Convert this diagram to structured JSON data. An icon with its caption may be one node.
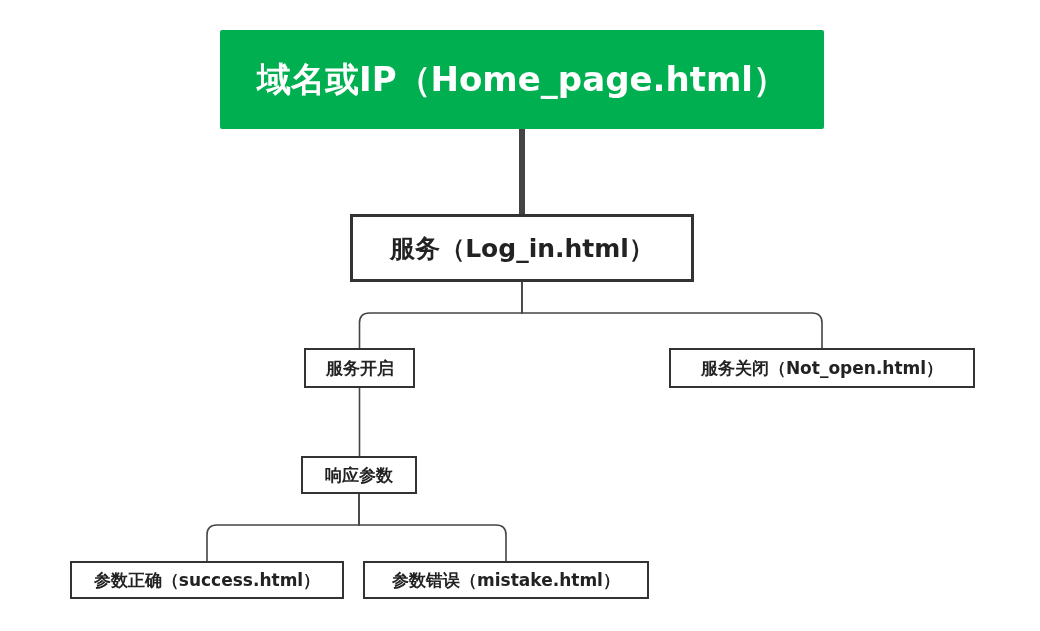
{
  "diagram": {
    "nodes": [
      {
        "text": [
          "域名或IP（Home_page.html）"
        ]
      },
      {
        "text": [
          "服务（Log_in.html）"
        ]
      },
      {
        "text": [
          "服务开启"
        ]
      },
      {
        "text": [
          "服务关闭（Not_open.html）"
        ]
      },
      {
        "text": [
          "响应参数"
        ]
      },
      {
        "text": [
          "参数正确（success.html）"
        ]
      },
      {
        "text": [
          "参数错误（mistake.html）"
        ]
      }
    ],
    "edges": [
      {
        "from": 0,
        "to": 1,
        "arrow": "none",
        "style": "thick"
      },
      {
        "from": 1,
        "to": 2,
        "arrow": "none"
      },
      {
        "from": 1,
        "to": 3,
        "arrow": "none"
      },
      {
        "from": 2,
        "to": 4,
        "arrow": "none"
      },
      {
        "from": 4,
        "to": 5,
        "arrow": "none"
      },
      {
        "from": 4,
        "to": 6,
        "arrow": "none"
      }
    ]
  }
}
